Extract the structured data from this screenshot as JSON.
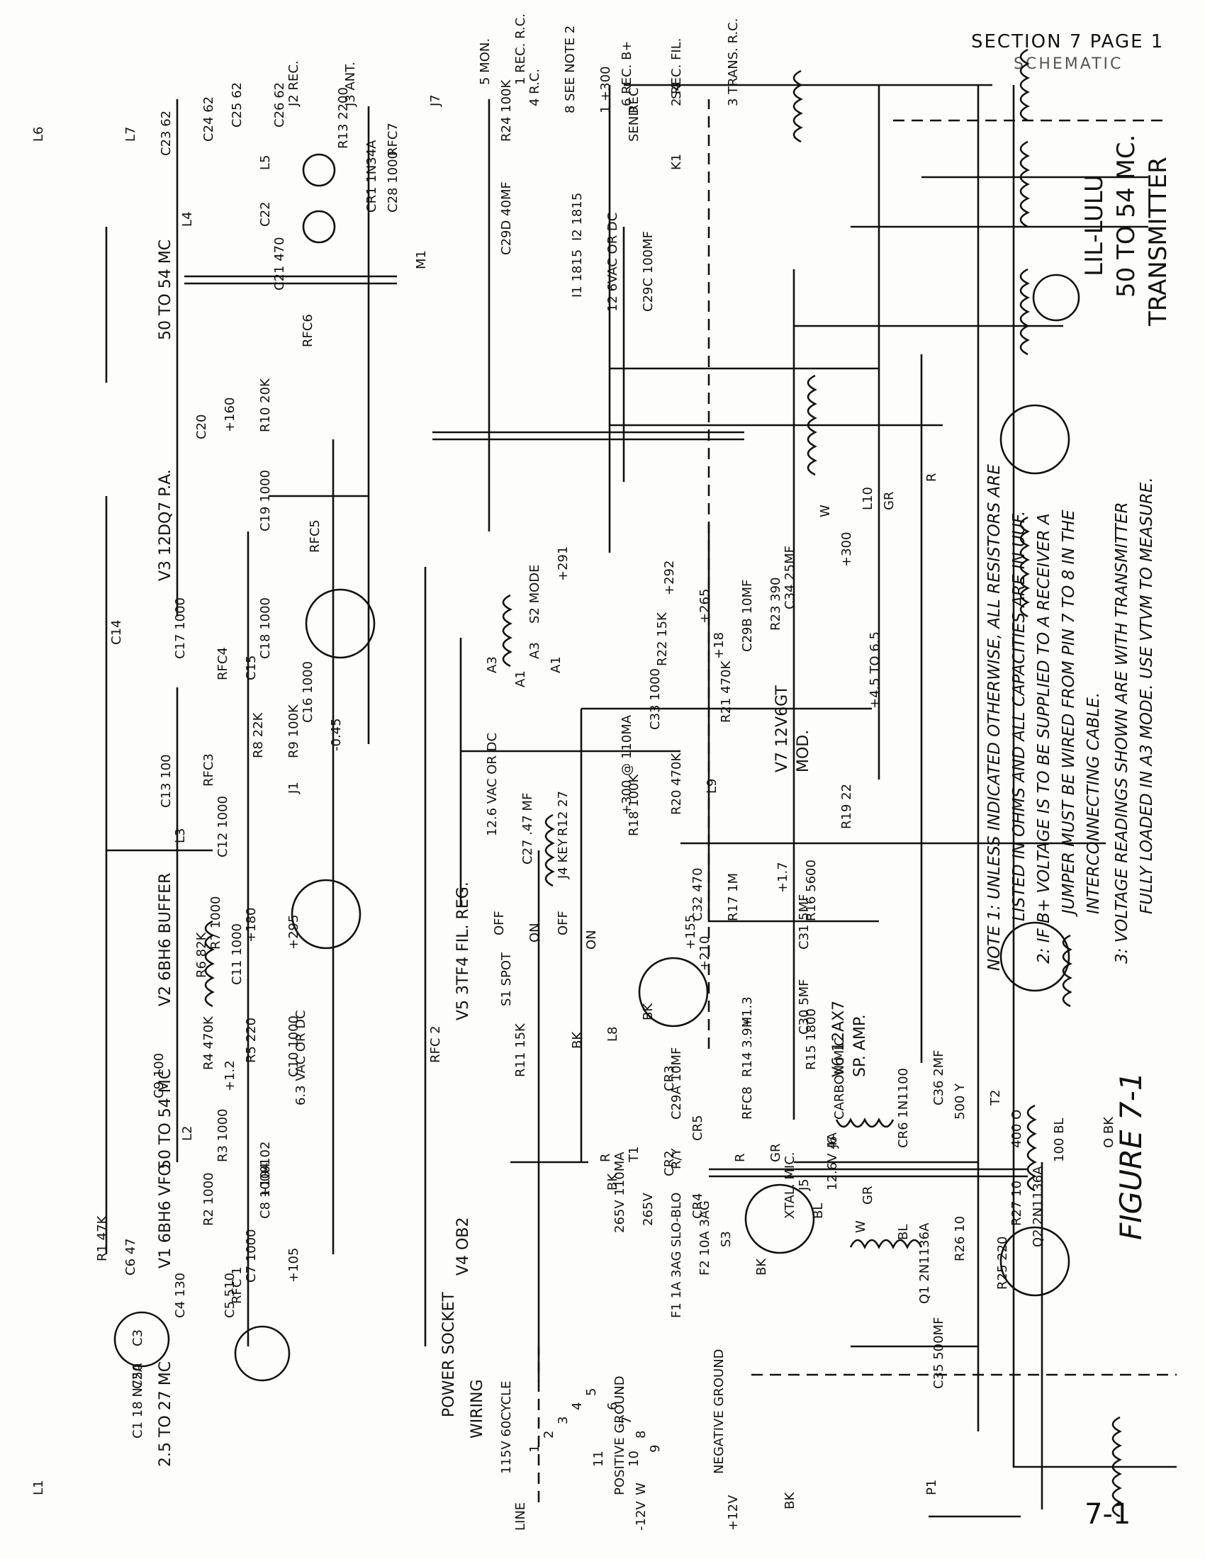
{
  "header": {
    "section_line1": "SECTION 7 PAGE 1",
    "section_line2": "SCHEMATIC"
  },
  "title": {
    "line1": "LIL-LULU",
    "line2": "50 TO 54 MC.",
    "line3": "TRANSMITTER"
  },
  "figure_label": "FIGURE 7-1",
  "page_number": "7-1",
  "notes": [
    "NOTE 1:  UNLESS INDICATED OTHERWISE, ALL RESISTORS ARE",
    "LISTED IN OHMS AND ALL CAPACITIES ARE IN UUF.",
    "2:  IF B+ VOLTAGE IS TO BE SUPPLIED TO A RECEIVER A",
    "JUMPER MUST BE WIRED FROM PIN 7 TO 8 IN THE",
    "INTERCONNECTING CABLE.",
    "3:  VOLTAGE READINGS SHOWN ARE WITH TRANSMITTER",
    "FULLY LOADED IN A3 MODE. USE VTVM TO MEASURE."
  ],
  "tubes": {
    "v1": "V1 6BH6 VFO",
    "v2": "V2 6BH6 BUFFER",
    "v3": "V3 12DQ7 P.A.",
    "v4": "V4 OB2",
    "v5": "V5 3TF4 FIL. REG.",
    "v6": "V6 12AX7",
    "v6b": "SP. AMP.",
    "v7": "V7 12V6GT",
    "v7b": "MOD."
  },
  "bands": {
    "vfo": "2.5 TO 27 MC",
    "l2": "50 TO 54 MC",
    "l4": "50 TO 54 MC"
  },
  "components": {
    "l1": "L1",
    "l2": "L2",
    "l3": "L3",
    "l4": "L4",
    "l5": "L5",
    "l6": "L6",
    "l7": "L7",
    "l8": "L8",
    "l9": "L9",
    "l10": "L10",
    "c1": "C1 18 N750",
    "c2a": "C2A",
    "c3": "C3",
    "c4": "C4 130",
    "c5": "C5 510",
    "c6": "C6 47",
    "r1": "R1 47K",
    "rfc1": "RFC 1",
    "c7": "C7 1000",
    "c8": "C8 1000",
    "r2": "R2 1000",
    "r3": "R3 1000",
    "c9": "C9 100",
    "r4": "R4 470K",
    "r5": "R5 220",
    "c10": "C10 1000",
    "c11": "C11 1000",
    "r6": "R6 82K",
    "r7": "R7 1000",
    "c12": "C12 1000",
    "c13": "C13 100",
    "rfc3": "RFC3",
    "r8": "R8 22K",
    "r9": "R9 100K",
    "c16": "C16 1000",
    "c15": "C15",
    "c17": "C17 1000",
    "c14": "C14",
    "rfc4": "RFC4",
    "c18": "C18 1000",
    "rfc5": "RFC5",
    "c19": "C19 1000",
    "r10": "R10 20K",
    "c20": "C20",
    "c21": "C21 470",
    "rfc6": "RFC6",
    "c22": "C22",
    "c23": "C23 62",
    "c24": "C24 62",
    "c25": "C25 62",
    "c26": "C26 62",
    "r13": "R13 2200",
    "cr1": "CR1 1N34A",
    "c28": "C28 1000",
    "rfc7": "RFC7",
    "m1": "M1",
    "c29d": "C29D 40MF",
    "r24": "R24 100K",
    "i1": "I1 1815",
    "i2": "I2 1815",
    "c29c": "C29C 100MF",
    "k1": "K1",
    "s4": "S4",
    "s4_rec": "REC",
    "s4_send": "SEND",
    "s2": "S2 MODE",
    "s1": "S1 SPOT",
    "rfc2": "RFC 2",
    "r11": "R11 15K",
    "r12": "R12 27",
    "c27": "C27 .47 MF",
    "j4": "J4 KEY",
    "j1": "J1",
    "c29b": "C29B 10MF",
    "r22": "R22 15K",
    "r23": "R23 390",
    "c34": "C34 25MF",
    "r21": "R21 470K",
    "c33": "C33 1000",
    "r20": "R20 470K",
    "r18": "R18 100K",
    "r19": "R19 22",
    "c32": "C32 470",
    "r17": "R17 1M",
    "r16": "R16 5600",
    "c31": "C31 5MF",
    "c30": "C30 5MF",
    "r15": "R15 1800",
    "r14": "R14 3.9M",
    "rfc8": "RFC8",
    "c29a": "C29A 10MF",
    "cr2": "CR2",
    "cr3": "CR3",
    "cr4": "CR4",
    "cr5": "CR5",
    "j5": "J5",
    "j6": "J6",
    "xtal": "XTAL. MIC.",
    "carbon": "CARBON MIC.",
    "cr6": "CR6 1N1100",
    "t1": "T1",
    "t2": "T2",
    "f1": "F1 1A 3AG SLO-BLO",
    "f2": "F2 10A 3AG",
    "s3": "S3",
    "r26": "R26 10",
    "r27": "R27 10",
    "r25": "R25 220",
    "q1": "Q1 2N1136A",
    "q2": "Q2 2N1136A",
    "c35": "C35 500MF",
    "c36": "C36 2MF",
    "p1": "P1"
  },
  "voltages": {
    "v180": "+180",
    "v295": "+295",
    "v160": "+160",
    "v104": "+104",
    "v102": "+102",
    "v105": "+105",
    "v12": "+1.2",
    "vneg045": "-0.45",
    "v291": "+291",
    "v300": "+300",
    "v292": "+292",
    "v265": "+265",
    "v18": "+18",
    "v155": "+155",
    "v210": "+210",
    "v17": "+1.7",
    "v13": "+1.3",
    "v300ma": "+300 @ 110MA",
    "v45": "+4.5 TO 6.5",
    "fil126": "12.6 VAC OR DC",
    "fil63": "6.3 VAC OR DC",
    "fil12": "12 6VAC OR DC",
    "v265ma": "265V 110MA",
    "v265b": "265V"
  },
  "transformer_taps": {
    "t1_bk1": "BK",
    "t1_bk2": "BK",
    "t1_bl1": "BL",
    "t1_w": "W",
    "t1_bl2": "BL",
    "sec_r1": "R",
    "sec_ry": "R/Y",
    "sec_r2": "R",
    "fil_gr1": "GR",
    "fil_gr2": "GR",
    "fil_rating": "12.6V 4A",
    "t2_500": "500 Y",
    "t2_400": "400 O",
    "t2_100": "100 BL",
    "t2_0": "O BK",
    "l10_w": "W",
    "l10_gr": "GR",
    "l10_r": "R",
    "l8_bk1": "BK",
    "l8_bk2": "BK"
  },
  "connector": {
    "j2": "J2 REC.",
    "j3": "J3 ANT.",
    "j7": "J7",
    "pin5": "5 MON.",
    "pin1": "1 REC. R.C.",
    "pin4": "4 R.C.",
    "pin8": "8 SEE NOTE 2",
    "pin1b": "1 +300",
    "pin6": "6 REC. B+",
    "pin2": "2 REC. FIL.",
    "pin3": "3 TRANS. R.C."
  },
  "switch_labels": {
    "a3": "A3",
    "a1": "A1",
    "a3b": "A3",
    "a1b": "A1",
    "off1": "OFF",
    "on1": "ON",
    "off2": "OFF",
    "on2": "ON"
  },
  "power_socket": {
    "title": "POWER SOCKET",
    "subtitle": "WIRING",
    "ac": "115V 60CYCLE",
    "line": "LINE",
    "pos_ground": "POSITIVE GROUND",
    "neg_ground": "NEGATIVE GROUND",
    "minus12": "-12V",
    "plus12": "+12V",
    "w": "W",
    "bk": "BK",
    "pin_numbers": [
      "1",
      "2",
      "3",
      "4",
      "5",
      "6",
      "7",
      "8",
      "9",
      "10",
      "11"
    ]
  }
}
